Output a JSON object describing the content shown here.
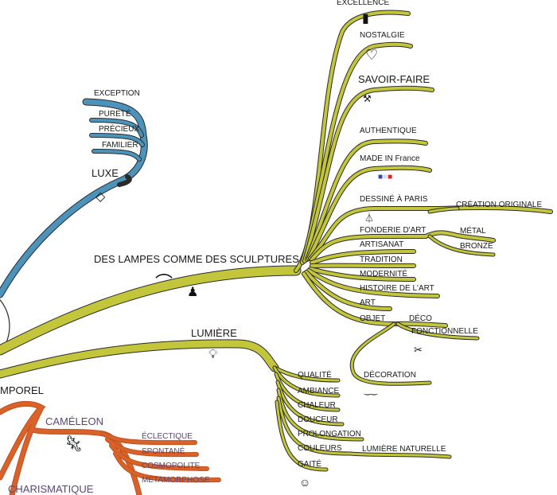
{
  "colors": {
    "green": "#c3c63a",
    "blue": "#4b93bb",
    "orange": "#d9622b",
    "outline": "#2b2b2b"
  },
  "center": {
    "partial_label_top": "MPOREL",
    "partial_label_bottom": "CHARISMATIQUE"
  },
  "luxe": {
    "label": "LUXE",
    "icon": "diamond-icon",
    "items": [
      "EXCEPTION",
      "PURETÉ",
      "PRÉCIEUX",
      "FAMILIER"
    ]
  },
  "lampes": {
    "label": "DES LAMPES COMME DES SCULPTURES",
    "icons": [
      "desk-lamp-icon",
      "statue-icon"
    ],
    "items": {
      "excellence": "EXCELLENCE",
      "nostalgie": "NOSTALGIE",
      "savoir_faire": "SAVOIR-FAIRE",
      "authentique": "AUTHENTIQUE",
      "made_in_france": "MADE IN France",
      "dessine_a_paris": "DESSINÉ À PARIS",
      "creation_originale": "CRÉATION ORIGINALE",
      "fonderie": "FONDERIE D'ART",
      "metal": "MÉTAL",
      "bronze": "BRONZE",
      "artisanat": "ARTISANAT",
      "tradition": "TRADITION",
      "modernite": "MODERNITÉ",
      "histoire": "HISTOIRE DE L'ART",
      "art": "ART",
      "objet": "OBJET",
      "deco": "DÉCO",
      "fonctionnelle": "FONCTIONNELLE",
      "decoration": "DÉCORATION"
    }
  },
  "lumiere": {
    "label": "LUMIÈRE",
    "icon": "light-bulb-icon",
    "items": [
      "QUALITÉ",
      "AMBIANCE",
      "CHALEUR",
      "DOUCEUR",
      "PROLONGATION",
      "COULEURS",
      "GAITÉ"
    ],
    "lumiere_naturelle": "LUMIÈRE NATURELLE"
  },
  "cameleon": {
    "label": "CAMÉLEON",
    "icon": "chameleon-icon",
    "items": [
      "ÉCLECTIQUE",
      "SPONTANÉ",
      "COSMOPOLITE",
      "MÉTAMORPHOSE"
    ]
  }
}
